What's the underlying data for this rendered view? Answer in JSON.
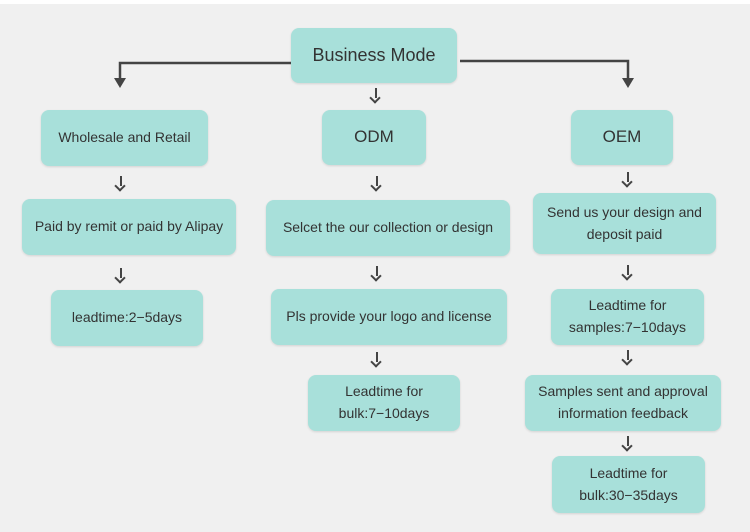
{
  "root": {
    "label": "Business Mode"
  },
  "branches": [
    {
      "title": "Wholesale and Retail",
      "steps": [
        "Paid by remit or paid by Alipay",
        "leadtime:2−5days"
      ]
    },
    {
      "title": "ODM",
      "steps": [
        "Selcet the our collection or design",
        "Pls provide your logo and license",
        "Leadtime for\nbulk:7−10days"
      ]
    },
    {
      "title": "OEM",
      "steps": [
        "Send us your design and\ndeposit paid",
        "Leadtime for\nsamples:7−10days",
        "Samples sent and approval\ninformation feedback",
        "Leadtime for\nbulk:30−35days"
      ]
    }
  ],
  "colors": {
    "box": "#a8e0da",
    "text": "#333333",
    "line": "#444444",
    "background": "#f0f0f0"
  }
}
